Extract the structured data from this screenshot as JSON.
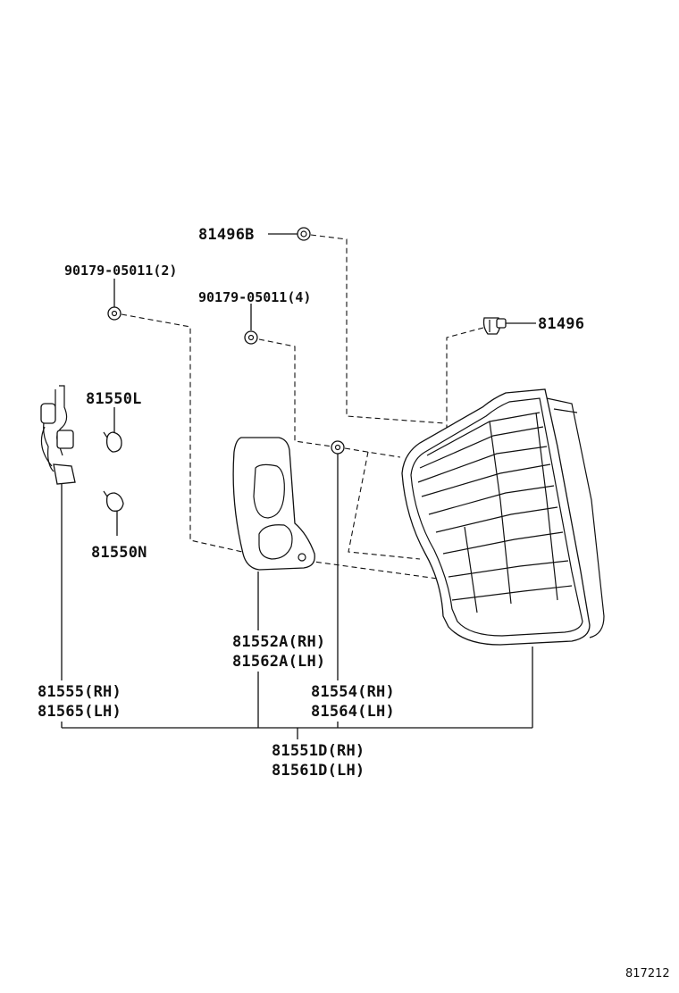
{
  "labels": {
    "p81496b": "81496B",
    "p90179_2": "90179-05011(2)",
    "p90179_4": "90179-05011(4)",
    "p81496": "81496",
    "p81550l": "81550L",
    "p81550n": "81550N",
    "p81552a": "81552A(RH)",
    "p81562a": "81562A(LH)",
    "p81555": "81555(RH)",
    "p81565": "81565(LH)",
    "p81554": "81554(RH)",
    "p81564": "81564(LH)",
    "p81551d": "81551D(RH)",
    "p81561d": "81561D(LH)"
  },
  "figure_ref": "817212",
  "colors": {
    "line": "#111111",
    "background": "#ffffff"
  }
}
